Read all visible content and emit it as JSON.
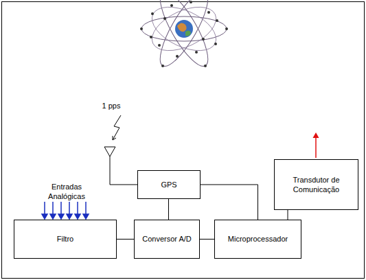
{
  "diagram": {
    "nodes": [
      {
        "text": [
          "GPS"
        ]
      },
      {
        "text": [
          "Transdutor de Comunicação"
        ]
      },
      {
        "text": [
          "Filtro"
        ]
      },
      {
        "text": [
          "Conversor A/D"
        ]
      },
      {
        "text": [
          "Microprocessador"
        ]
      }
    ],
    "edges": [
      {
        "from": 0,
        "to": 3,
        "arrow": "none"
      },
      {
        "from": 0,
        "to": 4,
        "arrow": "none"
      },
      {
        "from": 2,
        "to": 3,
        "arrow": "none"
      },
      {
        "from": 3,
        "to": 4,
        "arrow": "none"
      },
      {
        "from": 4,
        "to": 1,
        "arrow": "none"
      }
    ],
    "labels": [
      "1 pps",
      "Entradas Analógicas"
    ]
  }
}
